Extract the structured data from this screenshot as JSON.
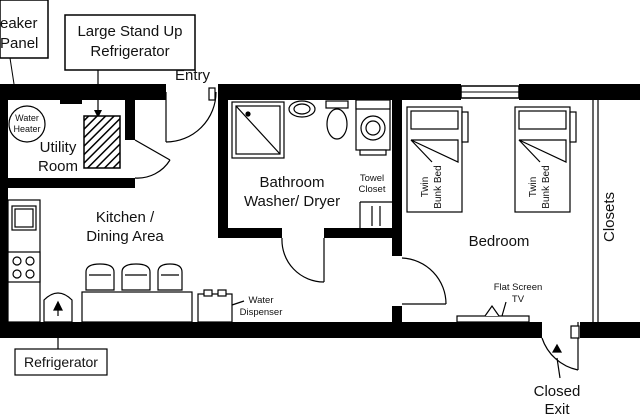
{
  "labels": {
    "breaker_panel_line1": "eaker",
    "breaker_panel_line2": "Panel",
    "large_fridge_line1": "Large Stand Up",
    "large_fridge_line2": "Refrigerator",
    "entry": "Entry",
    "water_heater_line1": "Water",
    "water_heater_line2": "Heater",
    "utility_line1": "Utility",
    "utility_line2": "Room",
    "bathroom_line1": "Bathroom",
    "bathroom_line2": "Washer/ Dryer",
    "towel_line1": "Towel",
    "towel_line2": "Closet",
    "bunk_left_line1": "Twin",
    "bunk_left_line2": "Bunk Bed",
    "bunk_right_line1": "Twin",
    "bunk_right_line2": "Bunk Bed",
    "closets": "Closets",
    "kitchen_line1": "Kitchen /",
    "kitchen_line2": "Dining Area",
    "bedroom": "Bedroom",
    "tv_line1": "Flat Screen",
    "tv_line2": "TV",
    "water_disp_line1": "Water",
    "water_disp_line2": "Dispenser",
    "refrigerator": "Refrigerator",
    "exit_line1": "Closed",
    "exit_line2": "Exit"
  },
  "colors": {
    "wall": "#000000",
    "line": "#222222",
    "background": "#ffffff"
  }
}
